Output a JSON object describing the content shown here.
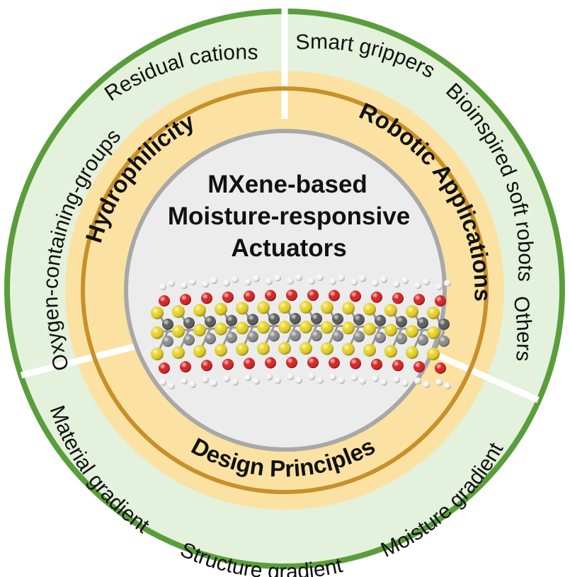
{
  "center": {
    "title_lines": [
      "MXene-based",
      "Moisture-responsive",
      "Actuators"
    ]
  },
  "middle_ring": {
    "hydrophilicity": "Hydrophilicity",
    "robotic_applications": "Robotic Applications",
    "design_principles": "Design Principles"
  },
  "outer_ring": {
    "oxygen_groups": "Oxygen-containing-groups",
    "residual_cations": "Residual cations",
    "smart_grippers": "Smart grippers",
    "bioinspired_soft_robots": "Bioinspired soft robots",
    "others": "Others",
    "material_gradient": "Material gradient",
    "structure_gradient": "Structure gradient",
    "moisture_gradient": "Moisture gradient"
  },
  "colors": {
    "outer_border": "#5a9e3c",
    "outer_fill": "#e4f1dc",
    "middle_fill": "#fbe2a2",
    "gold_ring": "#c8902a",
    "inner_border": "#a8a8a8",
    "inner_fill": "#ececec",
    "titanium": "#595959",
    "carbon": "#8a8a8a",
    "surface_atom": "#e8d21e",
    "oxygen": "#d81c1c",
    "hydrogen": "#f2f2f2"
  }
}
